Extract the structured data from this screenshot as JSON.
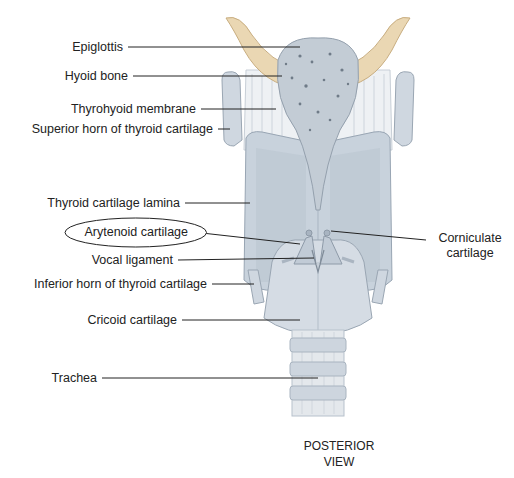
{
  "diagram": {
    "caption": "POSTERIOR VIEW",
    "nodes": [
      {
        "text": [
          "Arytenoid cartilage"
        ]
      }
    ],
    "labels": [
      "Epiglottis",
      "Hyoid bone",
      "Thyrohyoid membrane",
      "Superior horn of thyroid cartilage",
      "Thyroid cartilage lamina",
      "Vocal ligament",
      "Inferior horn of thyroid cartilage",
      "Cricoid cartilage",
      "Trachea",
      "Corniculate cartilage"
    ]
  }
}
